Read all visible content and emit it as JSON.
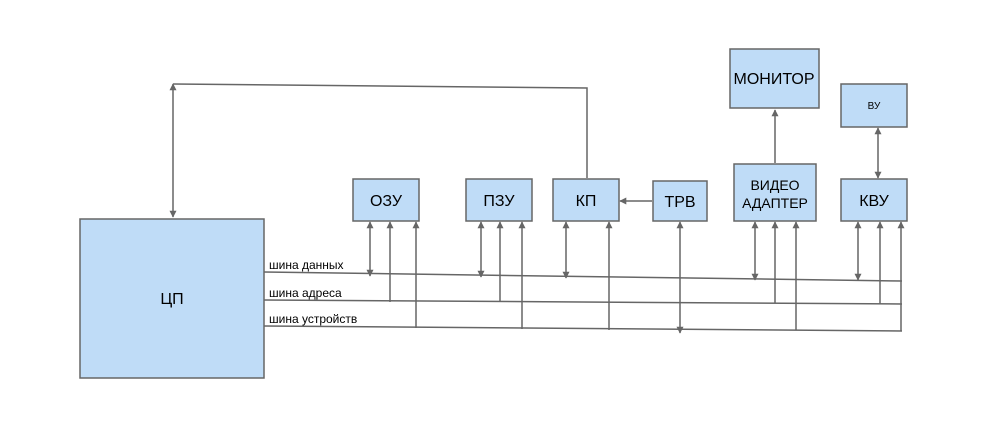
{
  "blocks": {
    "cpu": "ЦП",
    "ram": "ОЗУ",
    "rom": "ПЗУ",
    "kp": "КП",
    "trv": "ТРВ",
    "monitor": "МОНИТОР",
    "video_adapter_line1": "ВИДЕО",
    "video_adapter_line2": "АДАПТЕР",
    "vu": "ВУ",
    "kvu": "КВУ"
  },
  "buses": {
    "data": "шина данных",
    "address": "шина адреса",
    "device": "шина устройств"
  },
  "colors": {
    "block_fill": "#bfdcf7",
    "stroke": "#666666"
  }
}
